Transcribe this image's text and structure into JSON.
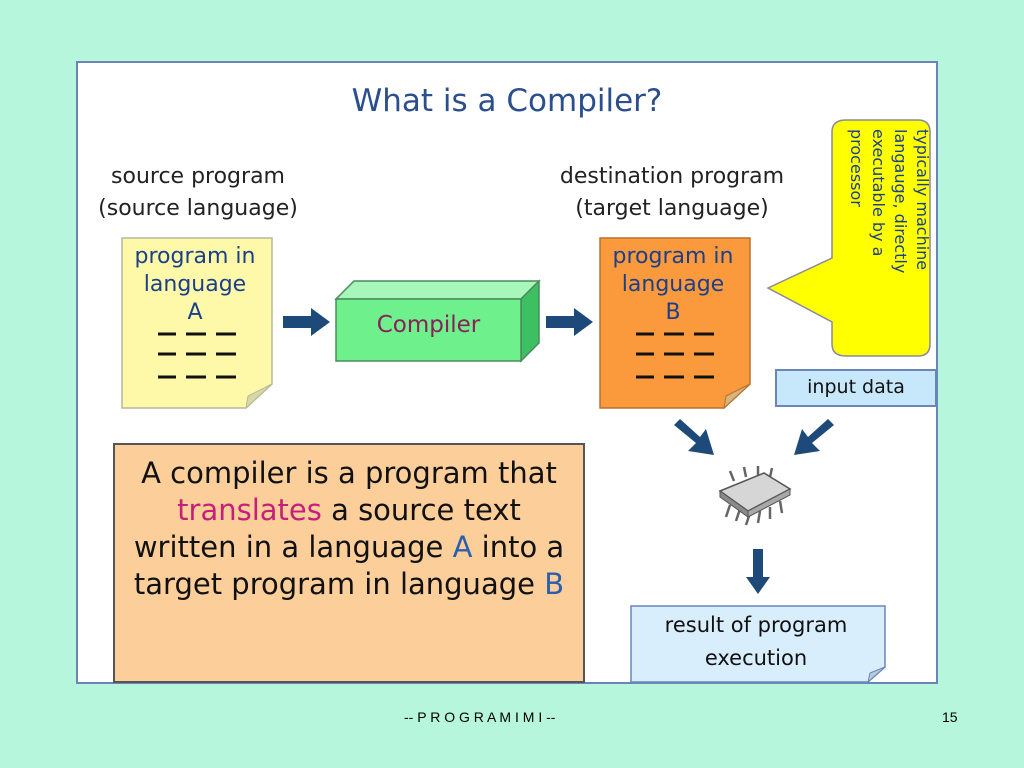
{
  "slide": {
    "title": "What is a Compiler?",
    "footer_center": "-- P R O G R A M I M I --",
    "page_number": "15"
  },
  "source": {
    "line1": "source program",
    "line2": "(source language)",
    "doc_line1": "program in",
    "doc_line2": "language",
    "doc_letter": "A"
  },
  "compiler": {
    "label": "Compiler"
  },
  "destination": {
    "line1": "destination program",
    "line2": "(target language)",
    "doc_line1": "program in",
    "doc_line2": "language",
    "doc_letter": "B"
  },
  "callout": {
    "line1": "typically machine",
    "line2": "langauge, directly",
    "line3": "executable by a",
    "line4": "processor"
  },
  "input_data": {
    "label": "input data"
  },
  "result": {
    "line1": "result of program",
    "line2": "execution"
  },
  "definition": {
    "part1": "A compiler is a program that ",
    "highlight": "translates",
    "part2": " a source text written in a language ",
    "letter_a": "A",
    "part3": " into a target program in language ",
    "letter_b": "B"
  },
  "colors": {
    "source_doc": "#fdf9a9",
    "destination_doc": "#fb9a3c",
    "compiler_box": "#6ef08c",
    "definition_box": "#fccf9a",
    "callout": "#ffff00",
    "input_data_box": "#c7e7fb",
    "result_box": "#d8eefc",
    "arrow": "#1d4a78",
    "highlight": "#c41f7a",
    "accent_letter": "#2b5fae"
  },
  "icons": {
    "arrow": "arrow-right-icon",
    "chip": "microchip-icon"
  }
}
